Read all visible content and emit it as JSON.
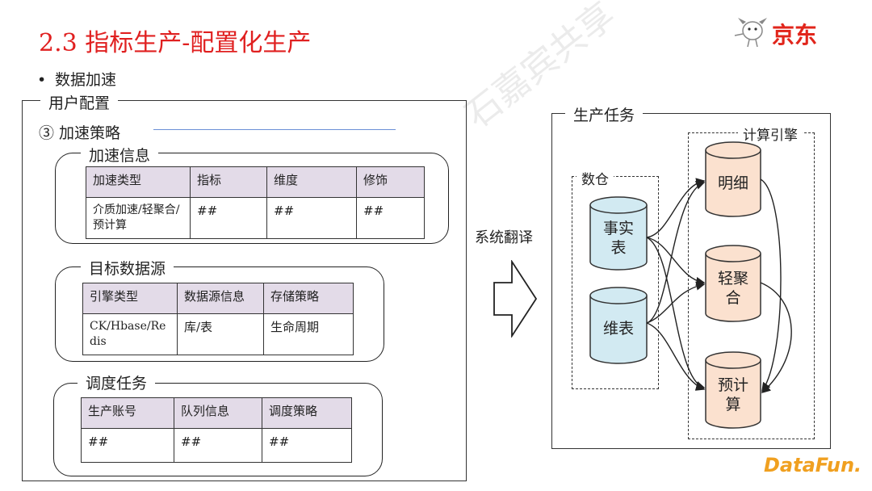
{
  "title": "2.3 指标生产-配置化生产",
  "bullet": {
    "symbol": "•",
    "text": "数据加速"
  },
  "logo": {
    "jd_text": "京东",
    "datafun_text": "DataFun."
  },
  "watermark": "石嘉宾共享",
  "user_config": {
    "title": "用户配置",
    "strategy": "③ 加速策略",
    "accel_info": {
      "title": "加速信息",
      "headers": [
        "加速类型",
        "指标",
        "维度",
        "修饰"
      ],
      "row": [
        "介质加速/轻聚合/预计算",
        "##",
        "##",
        "##"
      ]
    },
    "target_source": {
      "title": "目标数据源",
      "headers": [
        "引擎类型",
        "数据源信息",
        "存储策略"
      ],
      "row": [
        "CK/Hbase/Redis",
        "库/表",
        "生命周期"
      ]
    },
    "schedule": {
      "title": "调度任务",
      "headers": [
        "生产账号",
        "队列信息",
        "调度策略"
      ],
      "row": [
        "##",
        "##",
        "##"
      ]
    }
  },
  "translate_label": "系统翻译",
  "production": {
    "title": "生产任务",
    "warehouse": {
      "title": "数仓",
      "fact": "事实\n表",
      "dim": "维表"
    },
    "engine": {
      "title": "计算引擎",
      "detail": "明细",
      "light": "轻聚\n合",
      "pre": "预计\n算"
    }
  },
  "colors": {
    "title": "#e02020",
    "header_bg": "#e3dbe8",
    "cyl_blue": "#d2eaf2",
    "cyl_orange": "#fbe1cf"
  }
}
